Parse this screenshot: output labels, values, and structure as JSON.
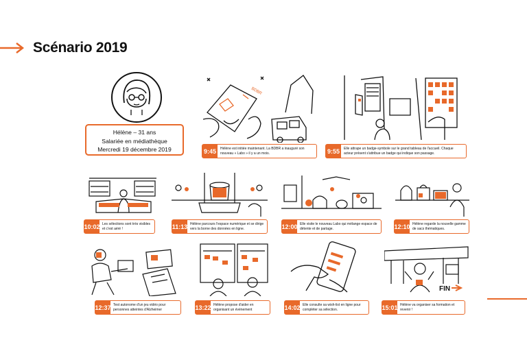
{
  "header": {
    "title": "Scénario 2019"
  },
  "profile": {
    "line1": "Hélène – 31 ans",
    "line2": "Salariée en médiathèque",
    "line3": "Mercredi 19 décembre 2019"
  },
  "scenes": [
    {
      "time": "9:45",
      "text": "Hélène est initiée maintenant. La BDBR a inauguré son nouveau « Labo » il y a un mois."
    },
    {
      "time": "9:55",
      "text": "Elle attrape un badge-symbole sur le grand tableau de l'accueil. Chaque acteur présent s'attribue un badge qui indique son passage."
    },
    {
      "time": "10:02",
      "text": "Les sélections sont très visibles et c'est aéré !"
    },
    {
      "time": "11:13",
      "text": "Hélène parcours l'espace numérique et se dirige vers la borne des données en ligne."
    },
    {
      "time": "12:00",
      "text": "Elle visite le nouveau Labo qui mélange espace de détente et de partage."
    },
    {
      "time": "12:10",
      "text": "Hélène regarde la nouvelle gamme de sacs thématiques."
    },
    {
      "time": "12:37",
      "text": "Test autonome d'un jeu vidéo pour personnes atteintes d'Alzheimer"
    },
    {
      "time": "13:22",
      "text": "Hélène propose d'aider en organisant un événement"
    },
    {
      "time": "14:02",
      "text": "Elle consulte sa wish-list en ligne pour compléter sa sélection."
    },
    {
      "time": "15:01",
      "text": "Hélène va organiser sa formation et revenir !"
    }
  ],
  "sketch_labels": {
    "fin": "FIN",
    "logo": "BDBR"
  },
  "colors": {
    "accent": "#e8692a",
    "ink": "#111111"
  }
}
